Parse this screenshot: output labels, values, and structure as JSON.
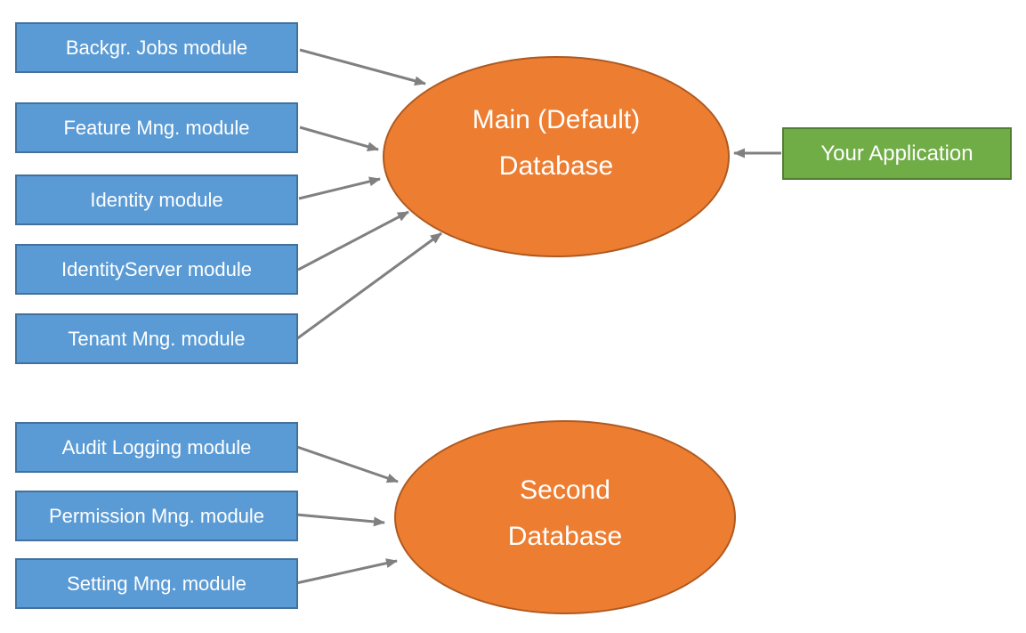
{
  "modules": {
    "main_group": [
      {
        "label": "Backgr. Jobs module"
      },
      {
        "label": "Feature Mng. module"
      },
      {
        "label": "Identity module"
      },
      {
        "label": "IdentityServer module"
      },
      {
        "label": "Tenant Mng. module"
      }
    ],
    "second_group": [
      {
        "label": "Audit Logging module"
      },
      {
        "label": "Permission Mng. module"
      },
      {
        "label": "Setting Mng. module"
      }
    ]
  },
  "databases": {
    "main": {
      "line1": "Main (Default)",
      "line2": "Database"
    },
    "second": {
      "line1": "Second",
      "line2": "Database"
    }
  },
  "application": {
    "label": "Your Application"
  },
  "connections": [
    {
      "from": "Backgr. Jobs module",
      "to": "Main (Default) Database"
    },
    {
      "from": "Feature Mng. module",
      "to": "Main (Default) Database"
    },
    {
      "from": "Identity module",
      "to": "Main (Default) Database"
    },
    {
      "from": "IdentityServer module",
      "to": "Main (Default) Database"
    },
    {
      "from": "Tenant Mng. module",
      "to": "Main (Default) Database"
    },
    {
      "from": "Your Application",
      "to": "Main (Default) Database"
    },
    {
      "from": "Audit Logging module",
      "to": "Second Database"
    },
    {
      "from": "Permission Mng. module",
      "to": "Second Database"
    },
    {
      "from": "Setting Mng. module",
      "to": "Second Database"
    }
  ],
  "colors": {
    "module_fill": "#5B9BD5",
    "module_border": "#41719C",
    "database_fill": "#ED7D31",
    "database_border": "#AE5A21",
    "application_fill": "#70AD47",
    "application_border": "#507E32",
    "arrow": "#808080",
    "text": "#FFFFFF",
    "background": "#FFFFFF"
  }
}
